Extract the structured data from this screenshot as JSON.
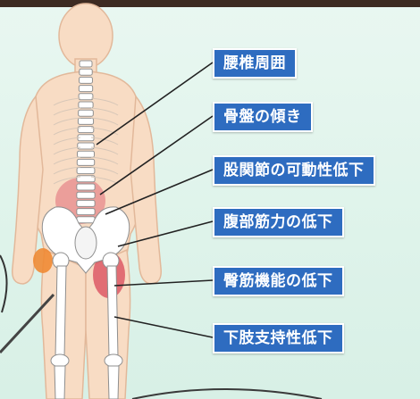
{
  "labels": [
    "腰椎周囲",
    "骨盤の傾き",
    "股関節の可動性低下",
    "腹部筋力の低下",
    "臀筋機能の低下",
    "下肢支持性低下"
  ],
  "colors": {
    "label_bg": "#2e6cc0",
    "label_text": "#ffffff",
    "leader_line": "#222222",
    "skin": "#f8dcc4",
    "bone": "#ffffff",
    "lumbar_highlight": "#e06b78",
    "glute_highlight": "#d9485a",
    "hip_highlight": "#f08a34",
    "background": "#e6f5ef"
  }
}
